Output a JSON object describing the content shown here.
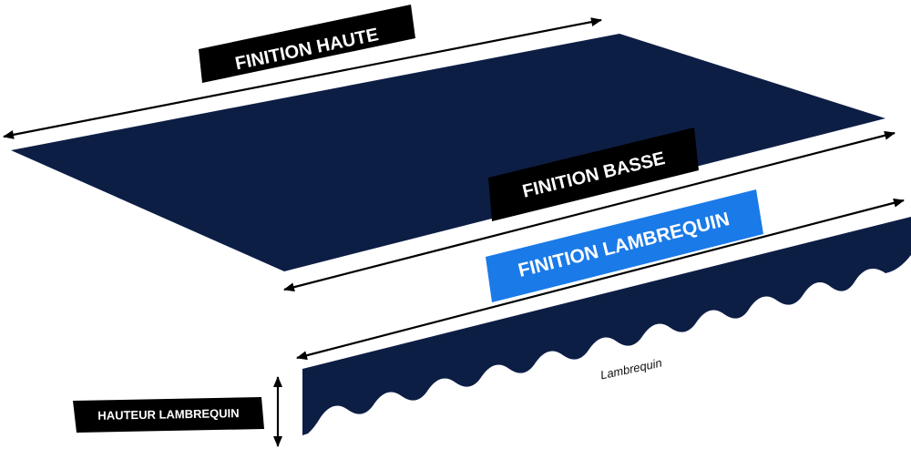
{
  "labels": {
    "finition_haute": "FINITION HAUTE",
    "finition_basse": "FINITION BASSE",
    "finition_lambrequin": "FINITION LAMBREQUIN",
    "hauteur_lambrequin": "HAUTEUR LAMBREQUIN",
    "lambrequin": "Lambrequin"
  },
  "colors": {
    "fabric_navy": "#0d1e45",
    "label_black": "#000000",
    "label_highlight_blue": "#1a7ae8",
    "arrow_black": "#000000"
  }
}
